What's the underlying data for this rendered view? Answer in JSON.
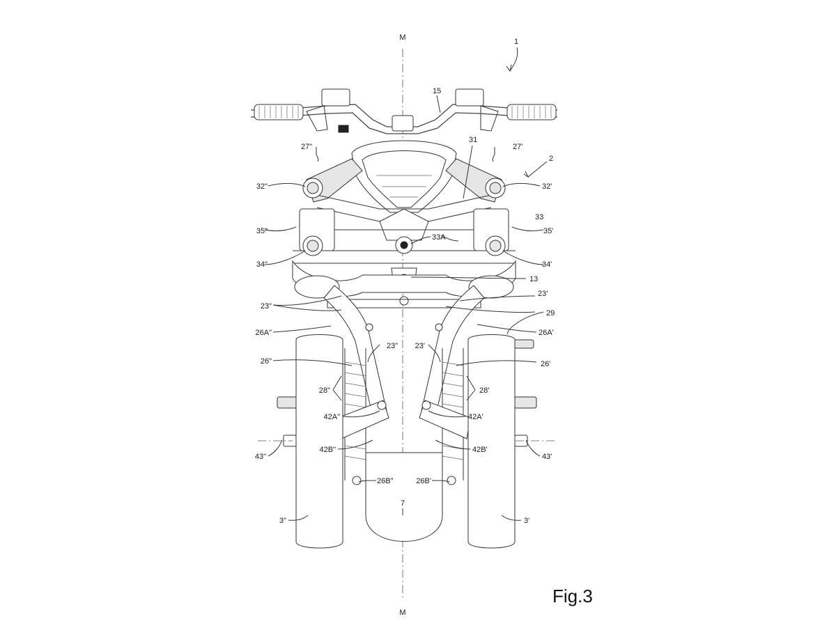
{
  "figure": {
    "label": "Fig.3",
    "axis_top": "M",
    "axis_bottom": "M"
  },
  "refs": {
    "r1": "1",
    "r2": "2",
    "r15": "15",
    "r31": "31",
    "r27pp": "27\"",
    "r27p": "27'",
    "r32pp": "32\"",
    "r32p": "32'",
    "r33": "33",
    "r33A": "33A",
    "r35pp": "35\"",
    "r35p": "35'",
    "r34pp": "34\"",
    "r34p": "34'",
    "r13": "13",
    "r23p_a": "23'",
    "r23pp_a": "23\"",
    "r29": "29",
    "r26App": "26A\"",
    "r26Ap": "26A'",
    "r23pp_b": "23\"",
    "r23p_b": "23'",
    "r26pp": "26\"",
    "r26p": "26'",
    "r28pp": "28\"",
    "r28p": "28'",
    "r42App": "42A\"",
    "r42Ap": "42A'",
    "r42Bpp": "42B\"",
    "r42Bp": "42B'",
    "r43pp": "43\"",
    "r43p": "43'",
    "r26Bpp": "26B\"",
    "r26Bp": "26B'",
    "r7": "7",
    "r3pp": "3\"",
    "r3p": "3'"
  }
}
